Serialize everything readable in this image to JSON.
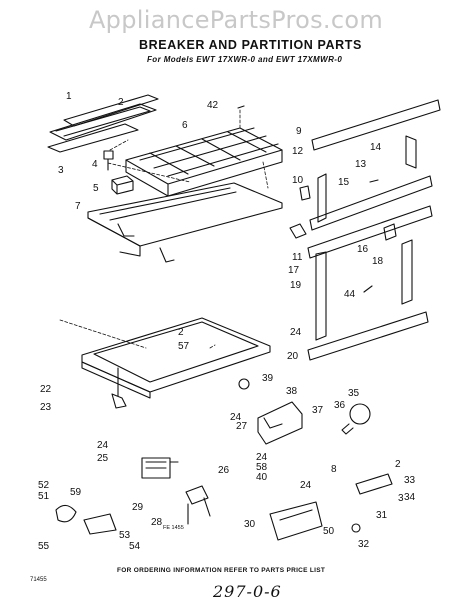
{
  "watermark": "AppliancePartsPros.com",
  "title": "BREAKER AND PARTITION PARTS",
  "subtitle": "For Models EWT 17XWR-0 and EWT 17XMWR-0",
  "footer": "FOR ORDERING INFORMATION REFER TO PARTS PRICE LIST",
  "code_left": "71455",
  "code_mid": "FE 1455",
  "handwritten": "297-0-6",
  "callouts": [
    "1",
    "2",
    "3",
    "4",
    "5",
    "6",
    "7",
    "42",
    "9",
    "12",
    "13",
    "14",
    "10",
    "15",
    "11",
    "16",
    "17",
    "18",
    "19",
    "44",
    "20",
    "2",
    "57",
    "24",
    "22",
    "23",
    "39",
    "38",
    "35",
    "36",
    "37",
    "24",
    "27",
    "24",
    "58",
    "40",
    "26",
    "8",
    "2",
    "24",
    "33",
    "3",
    "24",
    "25",
    "52",
    "51",
    "59",
    "29",
    "28",
    "34",
    "30",
    "53",
    "54",
    "55",
    "31",
    "50",
    "32"
  ]
}
